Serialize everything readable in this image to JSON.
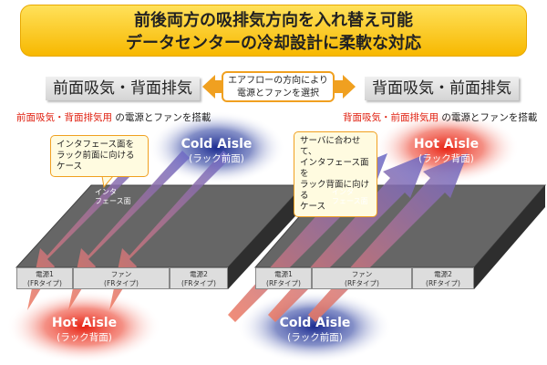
{
  "title": {
    "line1": "前後両方の吸排気方向を入れ替え可能",
    "line2": "データセンターの冷却設計に柔軟な対応"
  },
  "left_label": "前面吸気・背面排気",
  "right_label": "背面吸気・前面排気",
  "center_box": {
    "line1": "エアフローの方向により",
    "line2": "電源とファンを選択"
  },
  "left_sub": {
    "highlight": "前面吸気・背面排気用",
    "rest": " の電源とファンを搭載"
  },
  "right_sub": {
    "highlight": "背面吸気・前面排気用",
    "rest": " の電源とファンを搭載"
  },
  "left_callout": {
    "line1": "インタフェース面を",
    "line2": "ラック前面に向ける",
    "line3": "ケース"
  },
  "right_callout": {
    "line1": "サーバに合わせて、",
    "line2": "インタフェース面を",
    "line3": "ラック背面に向ける",
    "line4": "ケース"
  },
  "interface": {
    "line1": "インタ",
    "line2": "フェース面"
  },
  "left_server": {
    "cells": [
      {
        "name": "電源1",
        "type": "(FRタイプ)"
      },
      {
        "name": "ファン",
        "type": "(FRタイプ)"
      },
      {
        "name": "電源2",
        "type": "(FRタイプ)"
      }
    ]
  },
  "right_server": {
    "cells": [
      {
        "name": "電源1",
        "type": "(RFタイプ)"
      },
      {
        "name": "ファン",
        "type": "(RFタイプ)"
      },
      {
        "name": "電源2",
        "type": "(RFタイプ)"
      }
    ]
  },
  "cold_aisle": {
    "name": "Cold Aisle",
    "sub": "(ラック前面)"
  },
  "hot_aisle": {
    "name": "Hot Aisle",
    "sub": "(ラック背面)"
  },
  "colors": {
    "accent": "#f0a020",
    "hot": "#e83020",
    "cold": "#2a3a9a",
    "highlight": "#e02010"
  }
}
